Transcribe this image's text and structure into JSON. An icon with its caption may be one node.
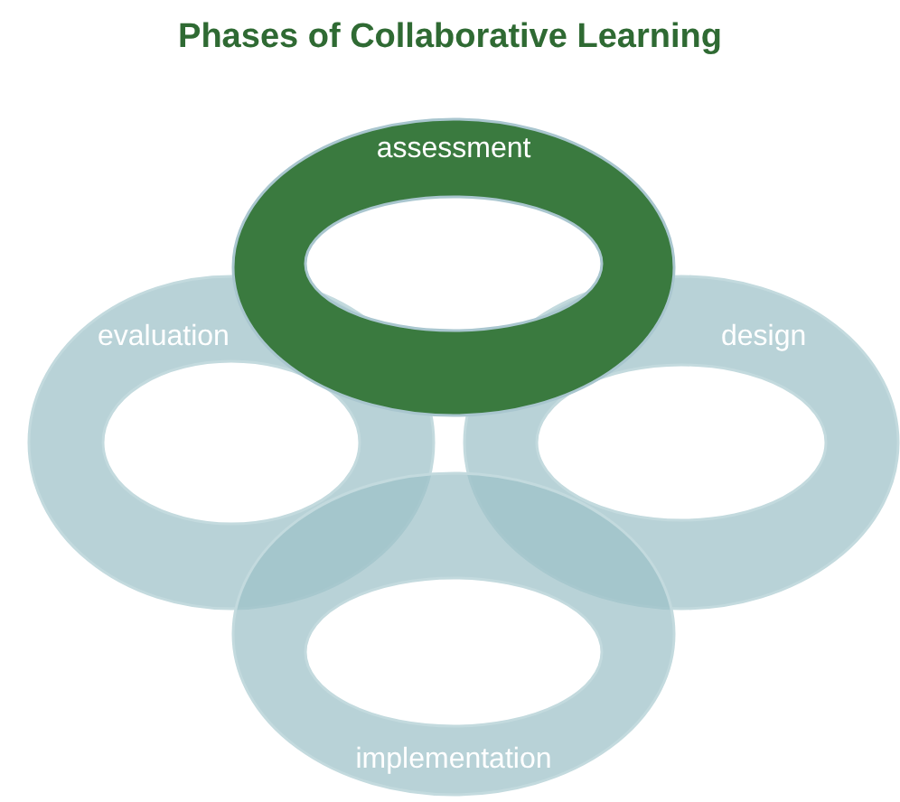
{
  "diagram": {
    "title": "Phases of Collaborative Learning",
    "nodes": [
      {
        "text": [
          "assessment"
        ]
      },
      {
        "text": [
          "evaluation"
        ]
      },
      {
        "text": [
          "design"
        ]
      },
      {
        "text": [
          "implementation"
        ]
      }
    ]
  }
}
